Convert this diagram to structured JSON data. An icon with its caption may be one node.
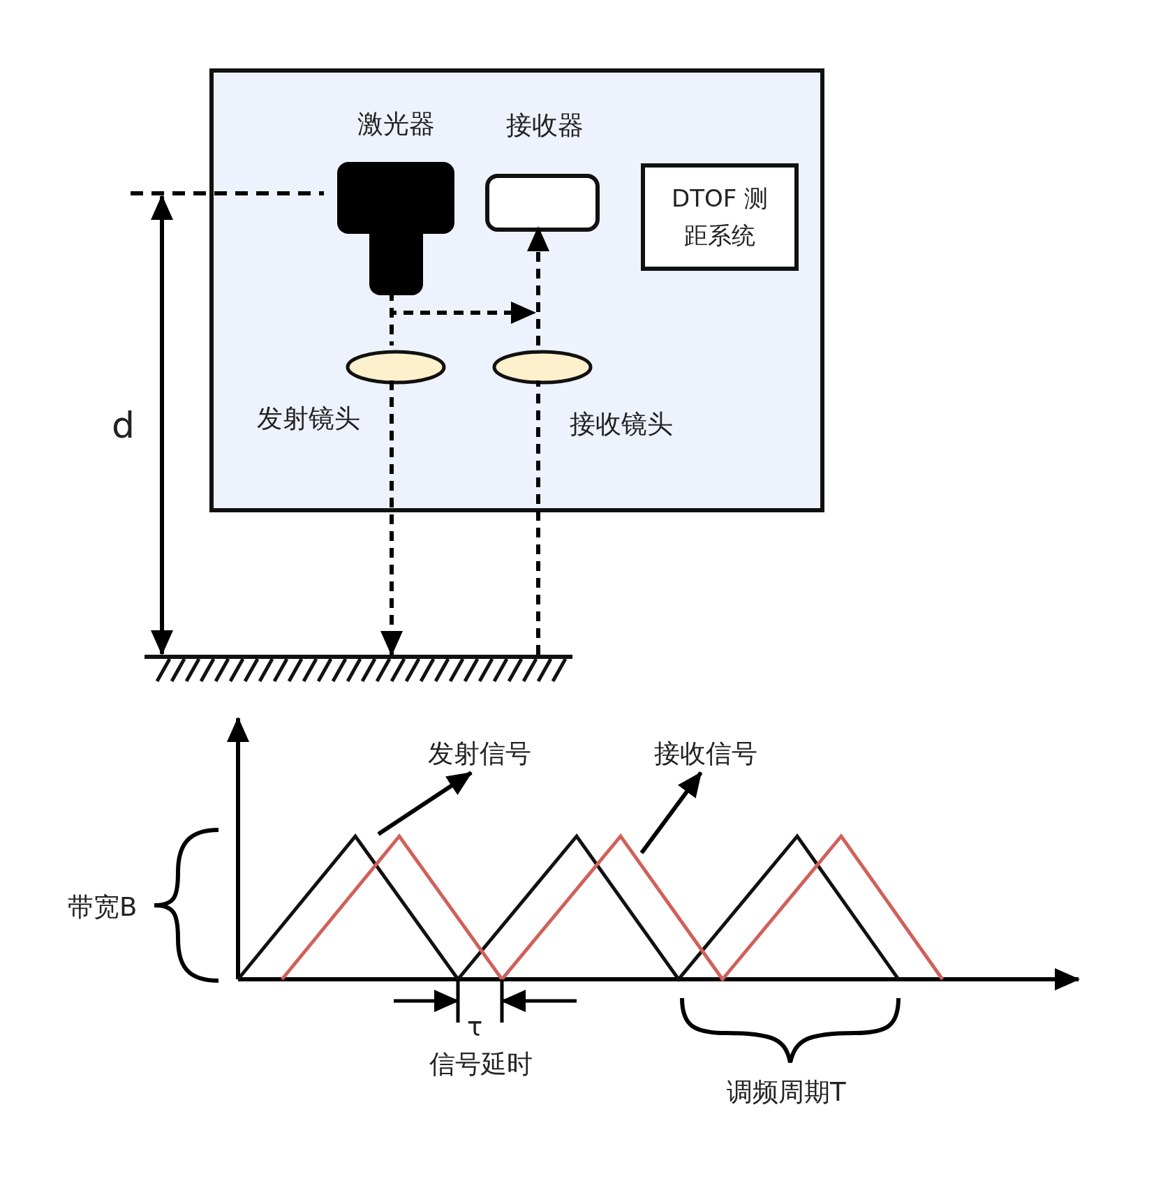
{
  "diagram": {
    "nodes": [
      {
        "text": [],
        "shape": "box"
      },
      {
        "text": [
          "激光器"
        ],
        "in": 0
      },
      {
        "text": [],
        "shape": "box",
        "in": 0,
        "beside": [
          "接收器"
        ]
      },
      {
        "text": [
          "DTOF 测距系统"
        ],
        "in": 0
      },
      {
        "text": [],
        "shape": "ellipse",
        "in": 0,
        "beside": [
          "发射镜头"
        ]
      },
      {
        "text": [],
        "shape": "ellipse",
        "in": 0,
        "beside": [
          "接收镜头"
        ]
      },
      {
        "text": [],
        "shape": "bar"
      },
      {
        "text": [
          "发射信号"
        ]
      },
      {
        "text": [
          "接收信号"
        ]
      }
    ],
    "edges": [
      {
        "from": 1,
        "to": 4,
        "arrow": "none",
        "style": "dashed"
      },
      {
        "from": 4,
        "to": 6,
        "arrow": "to",
        "style": "dashed"
      },
      {
        "from": 6,
        "to": 5,
        "arrow": "none",
        "style": "dashed"
      },
      {
        "from": 5,
        "to": 2,
        "arrow": "to",
        "style": "dashed"
      },
      {
        "from": 1,
        "to": null,
        "arrow": "to",
        "style": "dashed"
      },
      {
        "from": null,
        "to": 7,
        "arrow": "to"
      },
      {
        "from": null,
        "to": 8,
        "arrow": "to"
      }
    ],
    "labels": [
      "d",
      "带宽B",
      "τ",
      "信号延时",
      "调频周期T"
    ]
  }
}
